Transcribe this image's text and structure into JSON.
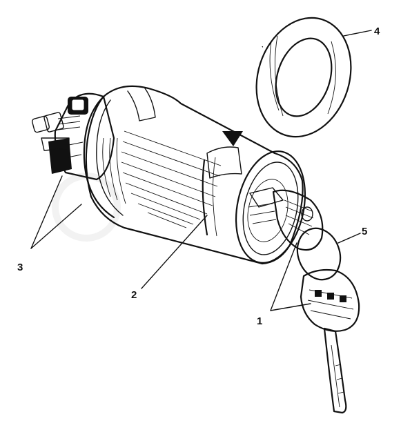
{
  "callouts": {
    "c1": "1",
    "c2": "2",
    "c3": "3",
    "c4": "4",
    "c5": "5"
  },
  "colors": {
    "ink": "#111111",
    "background": "#ffffff"
  }
}
